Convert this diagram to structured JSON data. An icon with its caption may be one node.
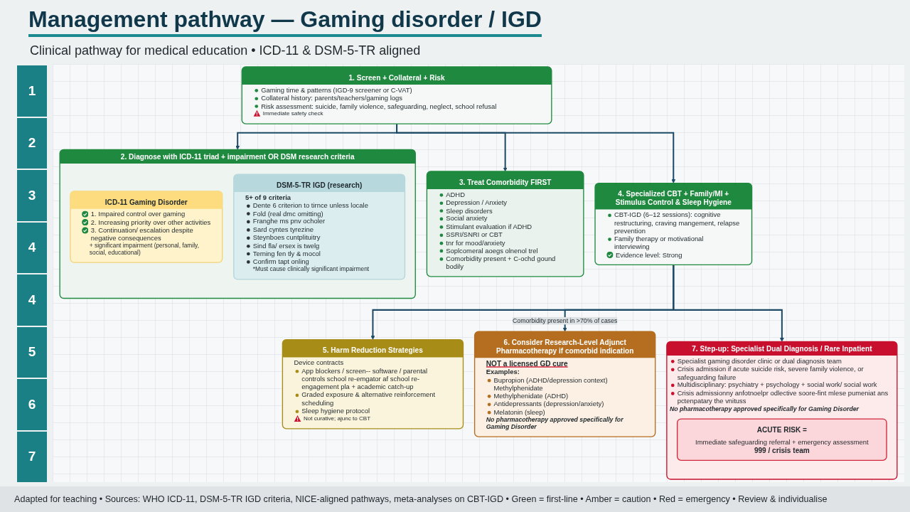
{
  "diagram": {
    "title": "Management pathway — Gaming disorder / IGD",
    "caption": "Adapted for teaching • Sources: WHO ICD-11, DSM-5-TR IGD criteria, NICE-aligned pathways, meta-analyses on CBT-IGD • Green = first-line • Amber = caution • Red = emergency • Review & individualise",
    "nodes": [
      {
        "text": [
          "1. Screen + Collateral + Risk",
          "Gaming time & patterns (IGD-9 screener or C-VAT)",
          "Collateral history: parents/teachers/gaming logs",
          "Risk assessment: suicide, family violence, safeguarding, neglect, school refusal",
          "Immediate safety check"
        ]
      },
      {
        "text": [
          "2. Diagnose with ICD-11 triad + impairment OR DSM research criteria"
        ]
      },
      {
        "text": [
          "ICD-11 Gaming Disorder",
          "1. Impaired control over gaming",
          "2. Increasing priority over other activities",
          "3. Continuation/ escalation despite negative consequences",
          "+ significant impairment (personal, family, social, educational)"
        ],
        "in": 1
      },
      {
        "text": [
          "DSM-5-TR IGD (research)",
          "5+ of 9 criteria",
          "Dente 6 criterion to tirnce unless locale",
          "Fold (real dmc omitting)",
          "Franghe ms pnv ocholer",
          "Sard cyntes tyrezine",
          "Steynboes cuntplituitry",
          "Sind fla/ ersex is twelg",
          "Terning fen tly & mocol",
          "Confirm tapt onling",
          "*Must cause clinically significant impairment"
        ],
        "in": 1
      },
      {
        "text": [
          "3. Treat Comorbidity FIRST",
          "ADHD",
          "Depression / Anxiety",
          "Sleep disorders",
          "Social anxiety",
          "Stimulant evaluation if ADHD",
          "SSRI/SNRI or CBT",
          "tnr for mood/anxiety",
          "Soplcomeral aoegs olnenol trel",
          "Comorbidity present + C-ochd gound bodily"
        ]
      },
      {
        "text": [
          "4. Specialized CBT + Family/MI + Stimulus Control & Sleep Hygiene",
          "CBT-IGD (6–12 sessions): cognitive restructuring, craving mangement, relapse prevention",
          "Family therapy or motivational interviewing",
          "Evidence level: Strong"
        ]
      },
      {
        "text": [
          "5. Harm Reduction Strategies",
          "Device contracts",
          "App blockers / screen-- software / parental controls school re-emgator af school re-engagement pla + academic catch-up",
          "Graded exposure & alternative reinforcement scheduling",
          "Sleep hygiene protocol",
          "Not curative; ajunc to CBT"
        ]
      },
      {
        "text": [
          "6. Consider Research-Level Adjunct Pharmacotherapy if comorbid indication",
          "NOT a licensed GD cure",
          "Examples:",
          "Bupropion (ADHD/depression context) Methylphenidate",
          "Methylphenidate (ADHD)",
          "Antidepressants (depression/anxiety)",
          "Melatonin (sleep)",
          "No pharmacotherapy approved specifically for Gaming Disorder"
        ]
      },
      {
        "text": [
          "7. Step-up: Specialist Dual Diagnosis / Rare Inpatient",
          "Specialist gaming disorder clinic or dual diagnosis team",
          "Crisis admission if acute suicide risk, severe family violence, or safeguarding failure",
          "Multidisciplinary: psychiatry + psychology + social work/ social work",
          "Crisis admissionny anfotnoelpr odlective soore-fint mlese pumeniat ans pctenpatary the vnituss",
          "No pharmacotherapy approved specifically for Gaming Disorder"
        ]
      },
      {
        "text": [
          "ACUTE RISK =",
          "Immediate safeguarding referral + emergency assessment",
          "999 / crisis team"
        ],
        "in": 8
      }
    ],
    "edges": [
      {
        "from": 0,
        "to": 1,
        "arrow": "to"
      },
      {
        "from": 0,
        "to": 4,
        "arrow": "to"
      },
      {
        "from": 0,
        "to": 5,
        "arrow": "to"
      },
      {
        "from": 5,
        "to": 6,
        "arrow": "to"
      },
      {
        "from": 5,
        "to": 7,
        "arrow": "to",
        "label": "Comorbidity present in >70% of cases"
      },
      {
        "from": 5,
        "to": 8,
        "arrow": "to"
      }
    ],
    "labels": [
      "Clinical pathway for medical education • ICD-11 & DSM-5-TR aligned",
      "1",
      "2",
      "3",
      "4",
      "4",
      "5",
      "6",
      "7"
    ]
  }
}
